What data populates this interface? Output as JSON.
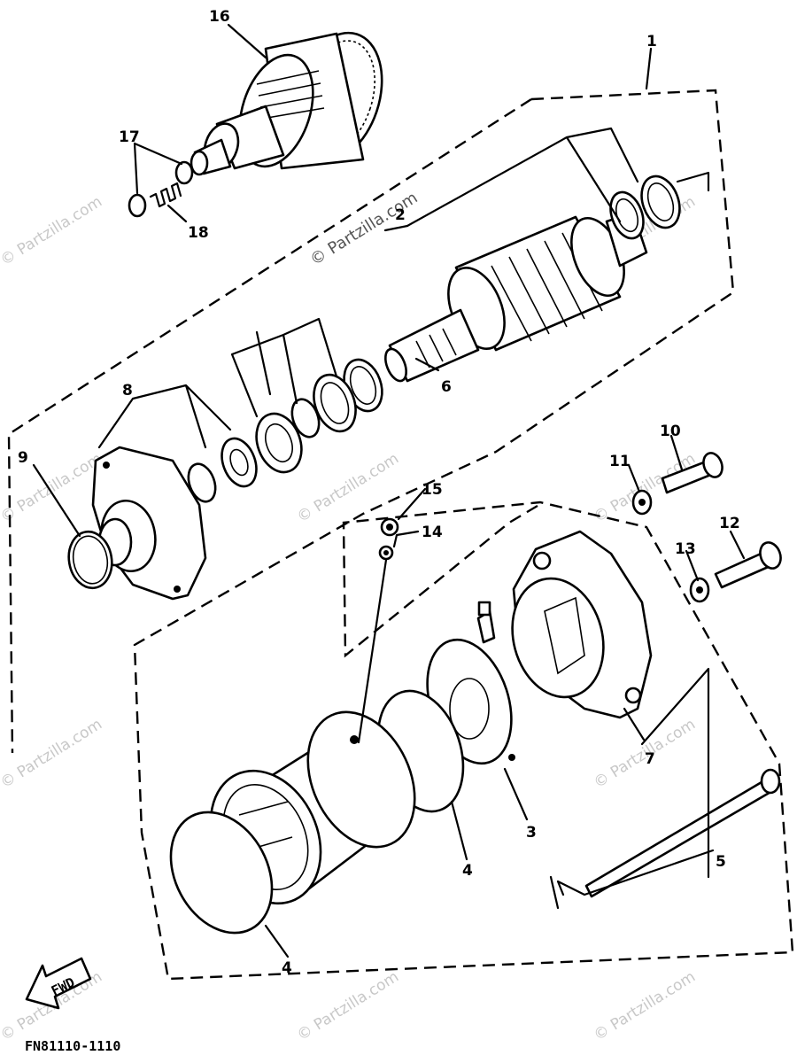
{
  "callouts": [
    {
      "id": "1",
      "label": "1"
    },
    {
      "id": "2",
      "label": "2"
    },
    {
      "id": "3",
      "label": "3"
    },
    {
      "id": "4a",
      "label": "4"
    },
    {
      "id": "4b",
      "label": "4"
    },
    {
      "id": "5",
      "label": "5"
    },
    {
      "id": "6",
      "label": "6"
    },
    {
      "id": "7",
      "label": "7"
    },
    {
      "id": "8",
      "label": "8"
    },
    {
      "id": "9",
      "label": "9"
    },
    {
      "id": "10",
      "label": "10"
    },
    {
      "id": "11",
      "label": "11"
    },
    {
      "id": "12",
      "label": "12"
    },
    {
      "id": "13",
      "label": "13"
    },
    {
      "id": "14",
      "label": "14"
    },
    {
      "id": "15",
      "label": "15"
    },
    {
      "id": "16",
      "label": "16"
    },
    {
      "id": "17",
      "label": "17"
    },
    {
      "id": "18",
      "label": "18"
    }
  ],
  "diagram_code": "FN81110-1110",
  "fwd_label": "FWD",
  "watermark_text": "© Partzilla.com",
  "center_watermark_text": "© Partzilla.com",
  "colors": {
    "line": "#000000",
    "watermark": "#c8c8c8",
    "background": "#ffffff"
  }
}
